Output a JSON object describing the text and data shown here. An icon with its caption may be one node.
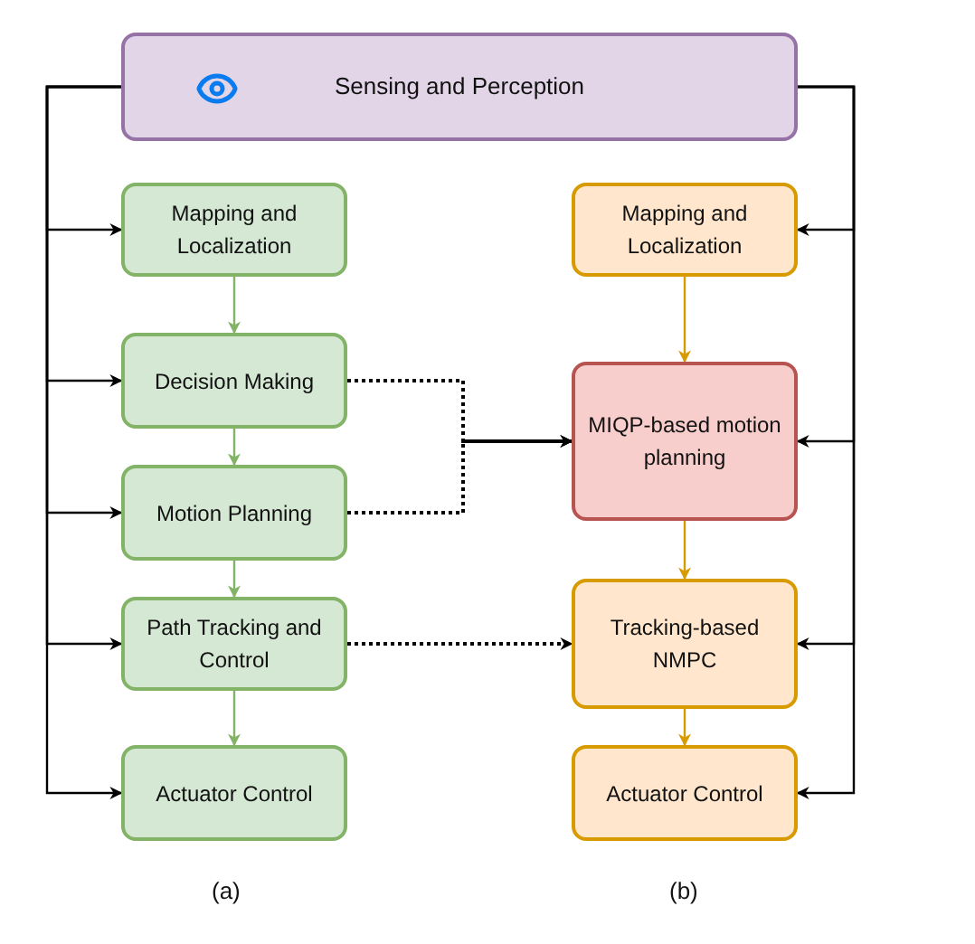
{
  "diagram": {
    "nodes": [
      {
        "text": [
          "Sensing and Perception"
        ]
      },
      {
        "text": [
          "Mapping and Localization"
        ]
      },
      {
        "text": [
          "Decision Making"
        ]
      },
      {
        "text": [
          "Motion Planning"
        ]
      },
      {
        "text": [
          "Path Tracking and Control"
        ]
      },
      {
        "text": [
          "Actuator Control"
        ]
      },
      {
        "text": [
          "Mapping and Localization"
        ]
      },
      {
        "text": [
          "MIQP-based motion planning"
        ]
      },
      {
        "text": [
          "Tracking-based NMPC"
        ]
      },
      {
        "text": [
          "Actuator Control"
        ]
      }
    ],
    "edges": [
      {
        "from": 0,
        "to": 1,
        "arrow": "to"
      },
      {
        "from": 0,
        "to": 2,
        "arrow": "to"
      },
      {
        "from": 0,
        "to": 3,
        "arrow": "to"
      },
      {
        "from": 0,
        "to": 4,
        "arrow": "to"
      },
      {
        "from": 0,
        "to": 5,
        "arrow": "to"
      },
      {
        "from": 0,
        "to": 6,
        "arrow": "to"
      },
      {
        "from": 0,
        "to": 7,
        "arrow": "to"
      },
      {
        "from": 0,
        "to": 8,
        "arrow": "to"
      },
      {
        "from": 0,
        "to": 9,
        "arrow": "to"
      },
      {
        "from": 1,
        "to": 2,
        "arrow": "to",
        "color": "#82b366"
      },
      {
        "from": 2,
        "to": 3,
        "arrow": "to",
        "color": "#82b366"
      },
      {
        "from": 3,
        "to": 4,
        "arrow": "to",
        "color": "#82b366"
      },
      {
        "from": 4,
        "to": 5,
        "arrow": "to",
        "color": "#82b366"
      },
      {
        "from": 6,
        "to": 7,
        "arrow": "to",
        "color": "#d79b00"
      },
      {
        "from": 7,
        "to": 8,
        "arrow": "to",
        "color": "#d79b00"
      },
      {
        "from": 8,
        "to": 9,
        "arrow": "to",
        "color": "#d79b00"
      },
      {
        "from": 2,
        "to": 7,
        "arrow": "to",
        "style": "dashed"
      },
      {
        "from": 3,
        "to": 7,
        "arrow": "to",
        "style": "dashed"
      },
      {
        "from": 4,
        "to": 8,
        "arrow": "to",
        "style": "dashed"
      }
    ],
    "labels": [
      "(a)",
      "(b)"
    ]
  }
}
